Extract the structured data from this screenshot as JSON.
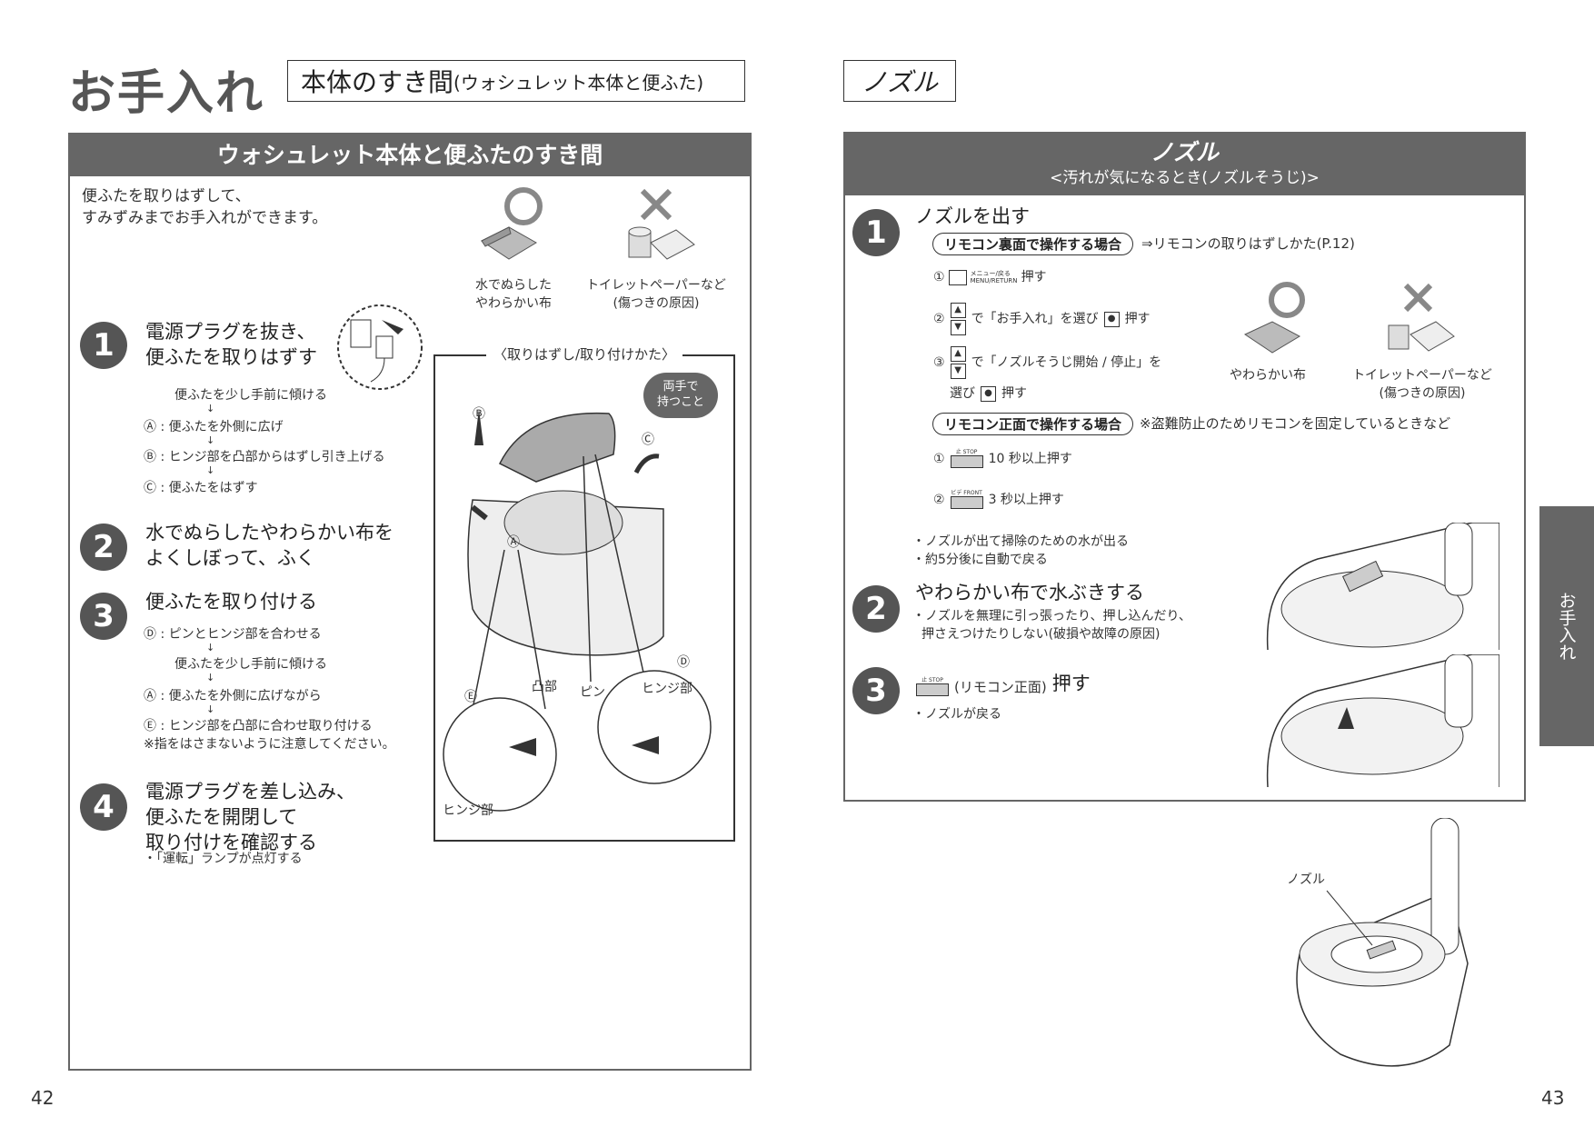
{
  "left": {
    "title": "お手入れ",
    "box_main": "本体のすき間",
    "box_sub": "(ウォシュレット本体と便ふた)",
    "panel_title": "ウォシュレット本体と便ふたのすき間",
    "intro": [
      "便ふたを取りはずして、",
      "すみずみまでお手入れができます。"
    ],
    "ok_label": [
      "水でぬらした",
      "やわらかい布"
    ],
    "ng_label": [
      "トイレットペーパーなど",
      "(傷つきの原因)"
    ],
    "steps": [
      {
        "num": "1",
        "title": [
          "電源プラグを抜き、",
          "便ふたを取りはずす"
        ],
        "items": [
          "便ふたを少し手前に傾ける",
          "Ⓐ : 便ふたを外側に広げ",
          "Ⓑ : ヒンジ部を凸部からはずし引き上げる",
          "Ⓒ : 便ふたをはずす"
        ]
      },
      {
        "num": "2",
        "title": [
          "水でぬらしたやわらかい布を",
          "よくしぼって、ふく"
        ]
      },
      {
        "num": "3",
        "title": [
          "便ふたを取り付ける"
        ],
        "items": [
          "Ⓓ : ピンとヒンジ部を合わせる",
          "便ふたを少し手前に傾ける",
          "Ⓐ : 便ふたを外側に広げながら",
          "Ⓔ : ヒンジ部を凸部に合わせ取り付ける"
        ],
        "note": "※指をはさまないように注意してください。"
      },
      {
        "num": "4",
        "title": [
          "電源プラグを差し込み、",
          "便ふたを開閉して",
          "取り付けを確認する"
        ],
        "note": "・「運転」ランプが点灯する"
      }
    ],
    "figure": {
      "title": "〈取りはずし/取り付けかた〉",
      "badge": [
        "両手で",
        "持つこと"
      ],
      "labels": {
        "A": "Ⓐ",
        "B": "Ⓑ",
        "C": "Ⓒ",
        "D": "Ⓓ",
        "E": "Ⓔ",
        "totsu": "凸部",
        "pin": "ピン",
        "hinge": "ヒンジ部",
        "hinge2": "ヒンジ部"
      }
    },
    "page": "42"
  },
  "right": {
    "box_main": "ノズル",
    "panel_title": "ノズル",
    "panel_sub": "<汚れが気になるとき(ノズルそうじ)>",
    "step1": {
      "num": "1",
      "title": "ノズルを出す",
      "pill_back": "リモコン裏面で操作する場合",
      "back_ref": "⇒リモコンの取りはずしかた(P.12)",
      "back_items": [
        "① ",
        "押す",
        "② ",
        "で「お手入れ」を選び",
        "押す",
        "③ ",
        "で「ノズルそうじ開始 / 停止」を",
        "選び",
        "押す"
      ],
      "menu_key": "メニュー/戻る MENU/RETURN",
      "pill_front": "リモコン正面で操作する場合",
      "front_ref": "※盗難防止のためリモコンを固定しているときなど",
      "front_items": [
        "①",
        "10 秒以上押す",
        "②",
        "3 秒以上押す"
      ],
      "stop_key": "止 STOP",
      "front_key": "ビデ FRONT",
      "ok_label": "やわらかい布",
      "ng_label": [
        "トイレットペーパーなど",
        "(傷つきの原因)"
      ],
      "notes": [
        "・ノズルが出て掃除のための水が出る",
        "・約5分後に自動で戻る"
      ]
    },
    "step2": {
      "num": "2",
      "title": "やわらかい布で水ぶきする",
      "notes": [
        "・ノズルを無理に引っ張ったり、押し込んだり、",
        "押さえつけたりしない(破損や故障の原因)"
      ]
    },
    "step3": {
      "num": "3",
      "paren": "(リモコン正面)",
      "title": "押す",
      "note": "・ノズルが戻る"
    },
    "nozzle_label": "ノズル",
    "side_tab": "お手入れ",
    "page": "43"
  }
}
